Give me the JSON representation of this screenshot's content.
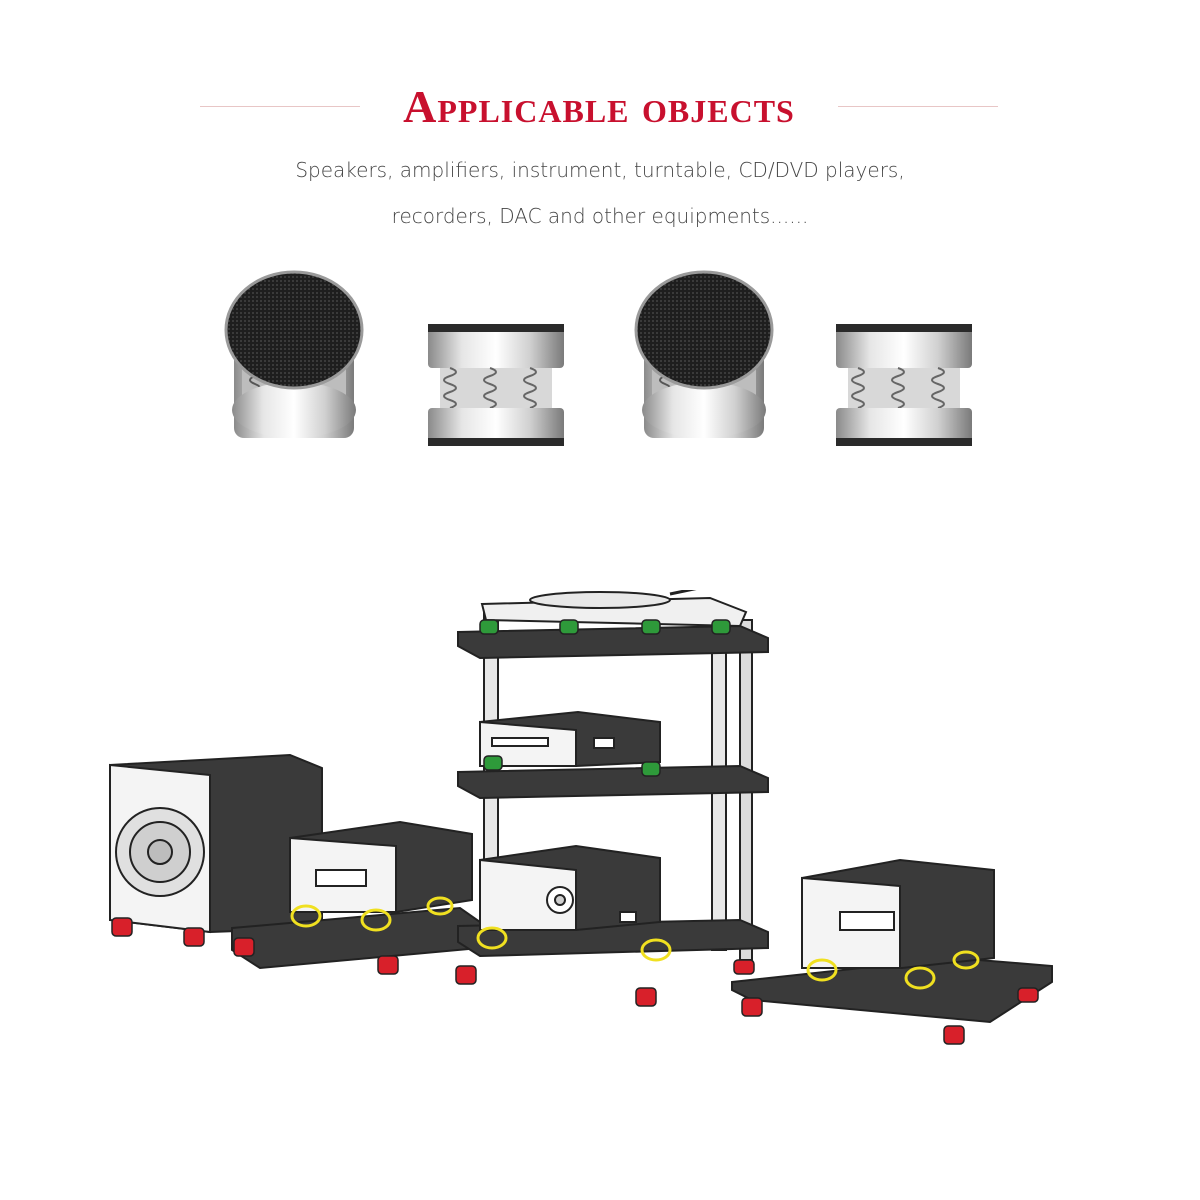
{
  "heading": {
    "title": "Applicable objects"
  },
  "description": {
    "line1": "Speakers, amplifiers, instrument, turntable, CD/DVD players,",
    "line2": "recorders, DAC and other equipments......"
  },
  "colors": {
    "title": "#c8102e",
    "rule": "#e8c6c6",
    "text": "#444444",
    "marker_red": "#d8202a",
    "marker_yellow": "#f0e020",
    "marker_green": "#2e9a3a"
  },
  "icons": [
    "spring-isolation-foot-icon",
    "spring-isolation-foot-side-icon"
  ]
}
